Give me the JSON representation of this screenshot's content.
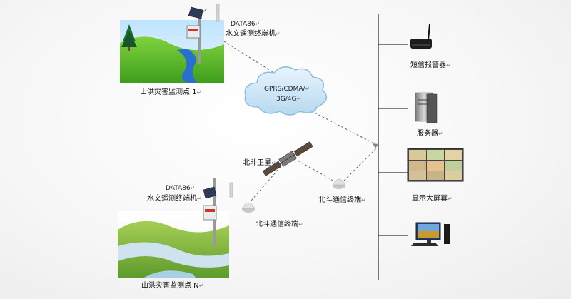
{
  "labels": {
    "station1_model": "DATA86",
    "station1_terminal": "水文遥测终端机",
    "station1_name": "山洪灾害监测点 1",
    "stationN_model": "DATA86",
    "stationN_terminal": "水文遥测终端机",
    "stationN_name": "山洪灾害监测点 N",
    "cloud_line1": "GPRS/CDMA/",
    "cloud_line2": "3G/4G",
    "satellite": "北斗卫星",
    "beidou_terminal_station": "北斗通信终端",
    "beidou_terminal_center": "北斗通信终端",
    "sms_alarm": "短信报警器",
    "server": "服务器",
    "big_screen": "显示大屏幕"
  },
  "paragraph_mark": "↵",
  "icons": [
    "scene-mountain-river-icon",
    "rtu-pole-icon",
    "solar-panel-icon",
    "cloud-icon",
    "satellite-icon",
    "dome-antenna-icon",
    "router-icon",
    "server-tower-icon",
    "video-wall-icon",
    "desktop-pc-icon"
  ],
  "colors": {
    "dash_line": "#666666",
    "bus_line": "#333333",
    "cloud_fill": "#cfe6f6",
    "cloud_stroke": "#8fbfe0"
  }
}
